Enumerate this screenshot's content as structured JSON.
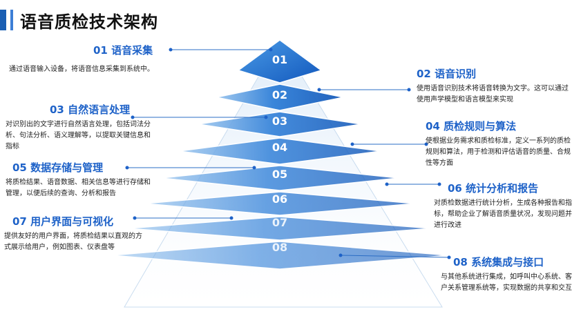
{
  "title": "语音质检技术架构",
  "pyramid_labels": [
    "01",
    "02",
    "03",
    "04",
    "05",
    "06",
    "07",
    "08"
  ],
  "items": [
    {
      "heading": "01 语音采集",
      "desc": "通过语音输入设备，将语音信息采集到系统中。"
    },
    {
      "heading": "02 语音识别",
      "desc": "使用语音识别技术将语音转换为文字。这可以通过使用声学模型和语言模型来实现"
    },
    {
      "heading": "03 自然语言处理",
      "desc": "对识别出的文字进行自然语言处理，包括词法分析、句法分析、语义理解等，以提取关键信息和指标"
    },
    {
      "heading": "04 质检规则与算法",
      "desc": "使根据业务需求和质检标准，定义一系列的质检规则和算法，用于检测和评估语音的质量、合规性等方面"
    },
    {
      "heading": "05 数据存储与管理",
      "desc": "将质检结果、语音数据、相关信息等进行存储和管理，以便后续的查询、分析和报告"
    },
    {
      "heading": "06 统计分析和报告",
      "desc": "对质检数据进行统计分析，生成各种报告和指标，帮助企业了解语音质量状况，发现问题并进行改进"
    },
    {
      "heading": "07 用户界面与可视化",
      "desc": "提供友好的用户界面，将质检结果以直观的方式展示给用户，例如图表、仪表盘等"
    },
    {
      "heading": "08 系统集成与接口",
      "desc": "与其他系统进行集成，如呼叫中心系统、客户关系管理系统等，实现数据的共享和交互"
    }
  ]
}
